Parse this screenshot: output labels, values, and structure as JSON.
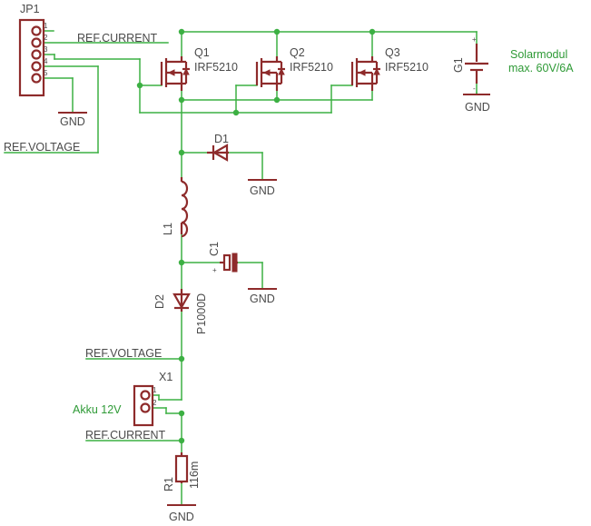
{
  "jp1": {
    "ref": "JP1",
    "pins": [
      "1",
      "2",
      "3",
      "4",
      "5"
    ]
  },
  "nets": {
    "ref_current_top": "REF.CURRENT",
    "ref_voltage_left": "REF.VOLTAGE",
    "ref_voltage_mid": "REF.VOLTAGE",
    "ref_current_bottom": "REF.CURRENT"
  },
  "q1": {
    "ref": "Q1",
    "value": "IRF5210"
  },
  "q2": {
    "ref": "Q2",
    "value": "IRF5210"
  },
  "q3": {
    "ref": "Q3",
    "value": "IRF5210"
  },
  "g1": {
    "ref": "G1",
    "plus": "+",
    "minus": "-",
    "desc_line1": "Solarmodul",
    "desc_line2": "max. 60V/6A"
  },
  "d1": {
    "ref": "D1"
  },
  "l1": {
    "ref": "L1"
  },
  "c1": {
    "ref": "C1",
    "plus": "+"
  },
  "d2": {
    "ref": "D2",
    "value": "P1000D"
  },
  "x1": {
    "ref": "X1",
    "pins": [
      "1",
      "2"
    ],
    "desc": "Akku 12V"
  },
  "r1": {
    "ref": "R1",
    "value": "116m"
  },
  "gnd": {
    "jp1": "GND",
    "g1": "GND",
    "d1": "GND",
    "c1": "GND",
    "r1": "GND"
  }
}
